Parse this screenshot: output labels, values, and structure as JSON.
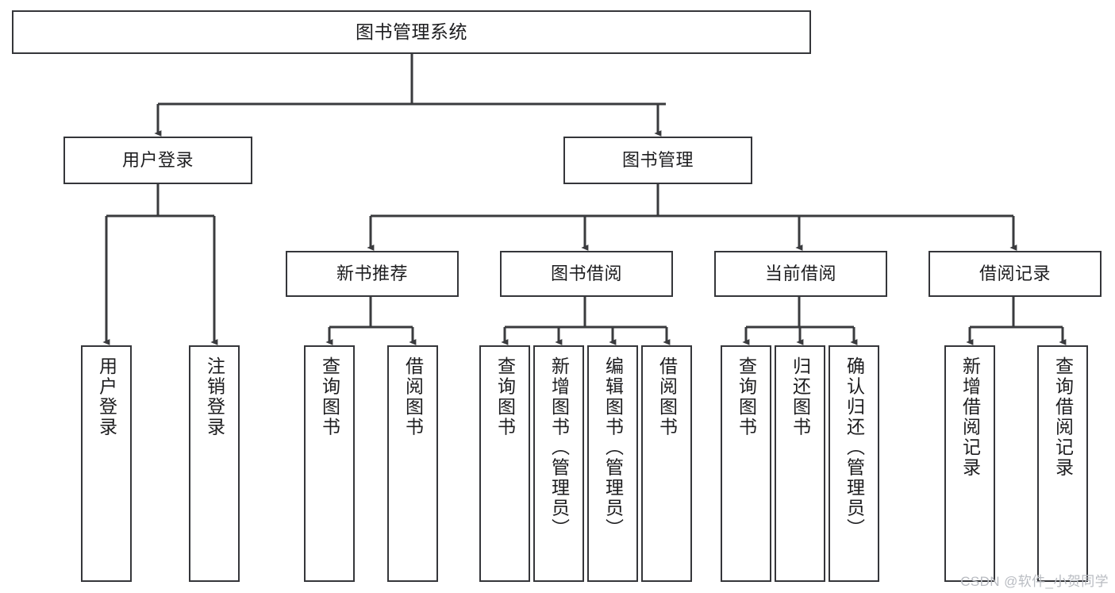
{
  "diagram": {
    "type": "tree",
    "title": "图书管理系统",
    "watermark": "CSDN @软件_小贺同学",
    "colors": {
      "box_border": "#35363a",
      "box_fill": "#ffffff",
      "edge": "#3a3b3e",
      "text": "#1d1d1f",
      "watermark": "#b9bcc2",
      "background": "#ffffff"
    },
    "levels": {
      "root": {
        "label": "图书管理系统"
      },
      "level2": [
        {
          "label": "用户登录"
        },
        {
          "label": "图书管理"
        }
      ],
      "level3": [
        {
          "label": "新书推荐"
        },
        {
          "label": "图书借阅"
        },
        {
          "label": "当前借阅"
        },
        {
          "label": "借阅记录"
        }
      ],
      "level4": [
        {
          "label": "用户登录",
          "parent": "用户登录"
        },
        {
          "label": "注销登录",
          "parent": "用户登录"
        },
        {
          "label": "查询图书",
          "parent": "新书推荐"
        },
        {
          "label": "借阅图书",
          "parent": "新书推荐"
        },
        {
          "label": "查询图书",
          "parent": "图书借阅"
        },
        {
          "label": "新增图书（管理员）",
          "parent": "图书借阅"
        },
        {
          "label": "编辑图书（管理员）",
          "parent": "图书借阅"
        },
        {
          "label": "借阅图书",
          "parent": "图书借阅"
        },
        {
          "label": "查询图书",
          "parent": "当前借阅"
        },
        {
          "label": "归还图书",
          "parent": "当前借阅"
        },
        {
          "label": "确认归还（管理员）",
          "parent": "当前借阅"
        },
        {
          "label": "新增借阅记录",
          "parent": "借阅记录"
        },
        {
          "label": "查询借阅记录",
          "parent": "借阅记录"
        }
      ]
    }
  }
}
